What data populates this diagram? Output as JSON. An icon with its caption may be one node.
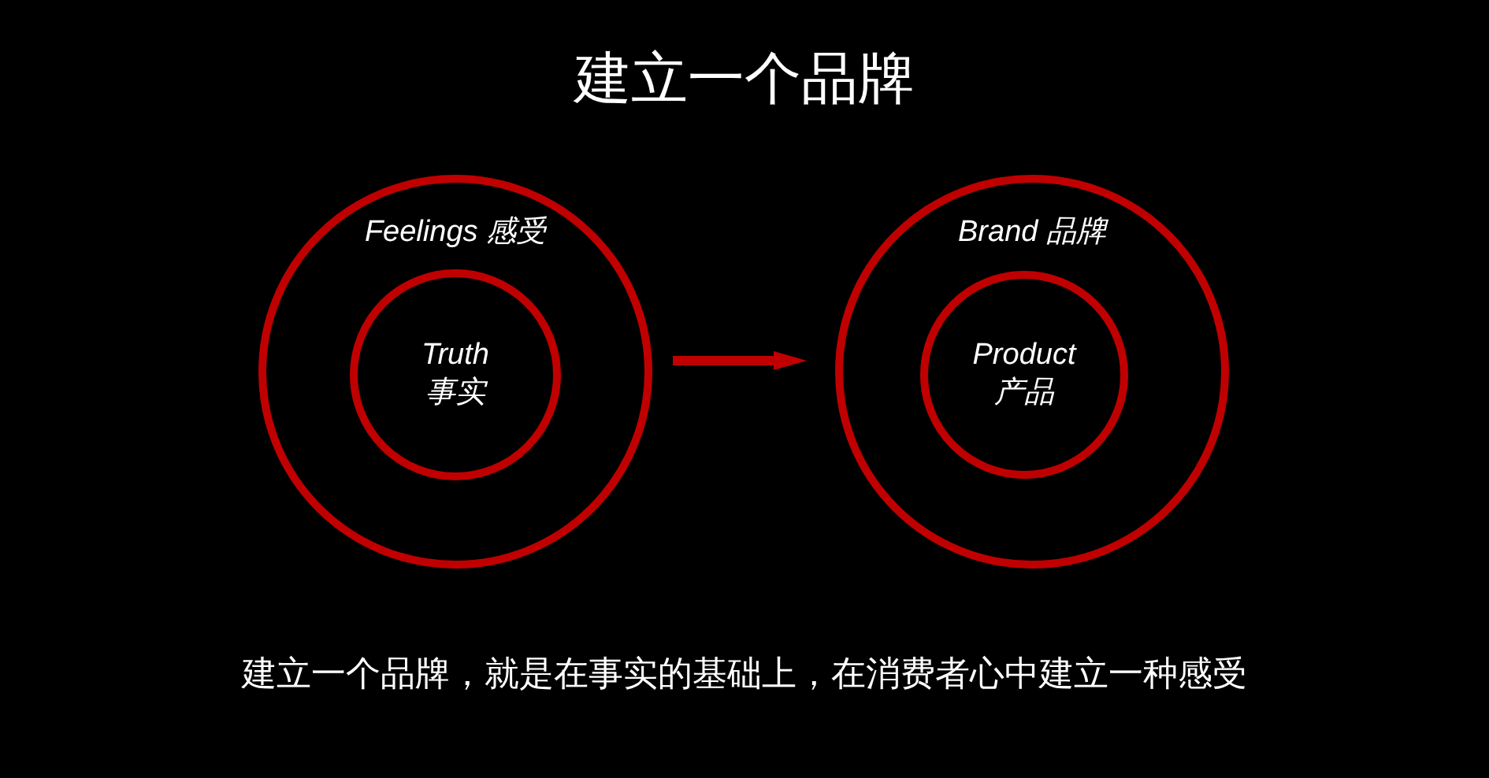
{
  "diagram": {
    "title": "建立一个品牌",
    "caption": "建立一个品牌，就是在事实的基础上，在消费者心中建立一种感受",
    "nodes": [
      {
        "text": [
          "Feelings 感受"
        ]
      },
      {
        "text": [
          "Truth 事实"
        ],
        "in": 0
      },
      {
        "text": [
          "Brand 品牌"
        ]
      },
      {
        "text": [
          "Product 产品"
        ],
        "in": 2
      }
    ],
    "edges": [
      {
        "from": 0,
        "to": 2,
        "arrow": "to"
      }
    ]
  }
}
